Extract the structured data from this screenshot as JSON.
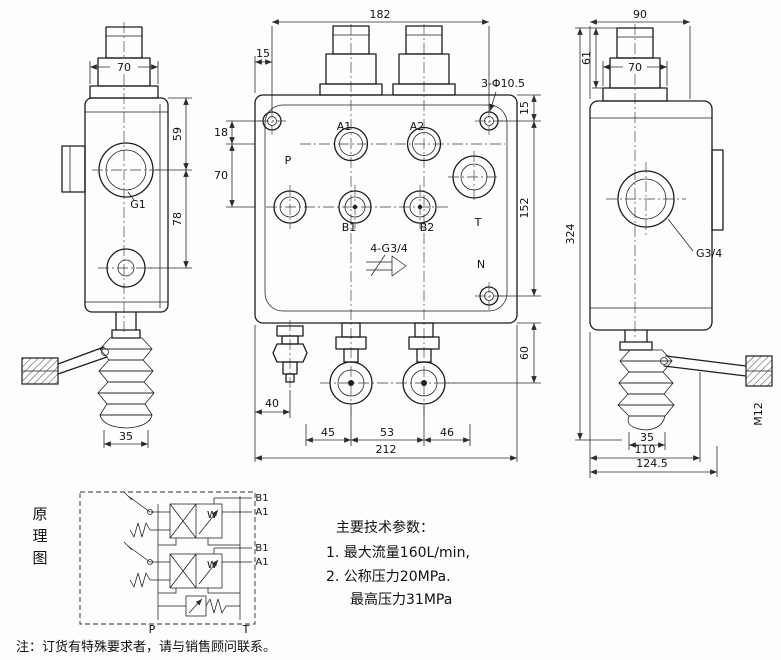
{
  "colors": {
    "line": "#1c1c1c",
    "background": "#fdfdfd"
  },
  "drawing": {
    "left_view": {
      "dims": {
        "cap_width": "70",
        "upper": "59",
        "lower": "78",
        "grip": "35"
      },
      "ports": {
        "g1": "G1"
      }
    },
    "front_view": {
      "dims": {
        "total_width": "182",
        "offset_left": "15",
        "hole_offset": "18",
        "port_offset": "70",
        "offset_right": "15",
        "height": "152",
        "knob_offset": "60",
        "relief_offset": "40",
        "seg1": "45",
        "seg2": "53",
        "seg3": "46",
        "total_body": "212"
      },
      "labels": {
        "mount_holes": "3-Φ10.5",
        "a1": "A1",
        "a2": "A2",
        "p": "P",
        "b1": "B1",
        "b2": "B2",
        "t": "T",
        "n": "N",
        "ports": "4-G3/4"
      }
    },
    "right_view": {
      "dims": {
        "depth": "90",
        "cap_height": "61",
        "cap_width": "70",
        "total_height": "324",
        "grip": "35",
        "lever": "110",
        "overall": "124.5",
        "thread": "M12"
      },
      "ports": {
        "g34": "G3/4"
      }
    }
  },
  "schematic": {
    "title_chars": [
      "原",
      "理",
      "图"
    ],
    "labels": {
      "b1_top": "B1",
      "a1_top": "A1",
      "b1_bottom": "B1",
      "a1_bottom": "A1",
      "w_top": "W",
      "w_bottom": "W",
      "p": "P",
      "t": "T"
    }
  },
  "specs": {
    "title": "主要技术参数：",
    "line1": "1. 最大流量160L/min,",
    "line2": "2. 公称压力20MPa.",
    "line3": "最高压力31MPa"
  },
  "note": "注：订货有特殊要求者，请与销售顾问联系。"
}
